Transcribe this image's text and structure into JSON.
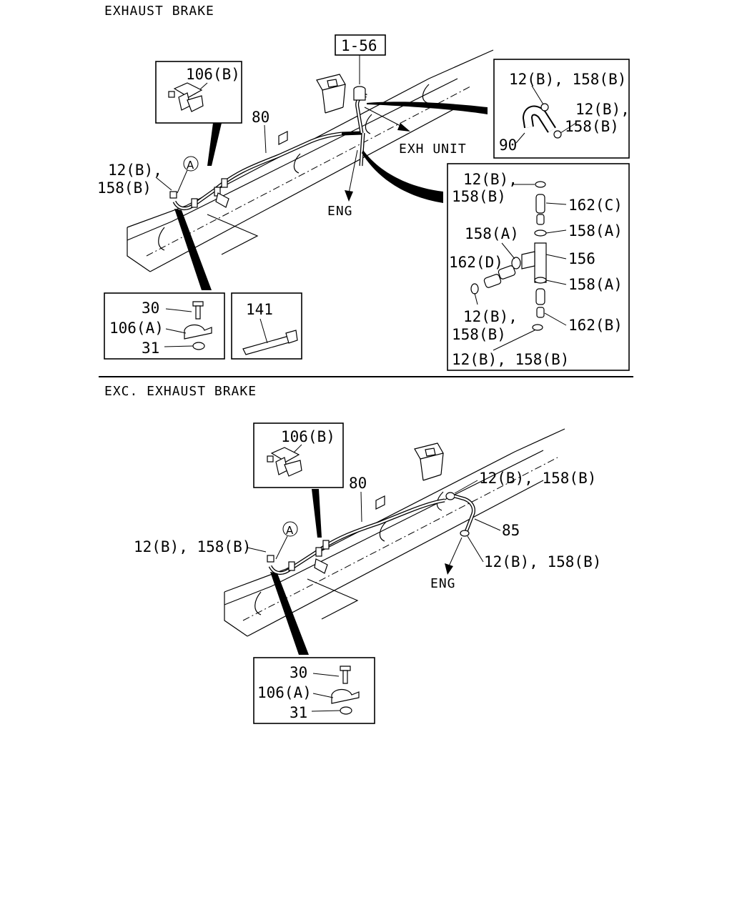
{
  "sections": {
    "top_title": "EXHAUST BRAKE",
    "bottom_title": "EXC. EXHAUST BRAKE"
  },
  "top": {
    "ref_box": "1-56",
    "inset_bracket": {
      "label": "106(B)"
    },
    "hose_label": "80",
    "clamp_left": {
      "line1": "12(B),",
      "line2": "158(B)"
    },
    "circle_marker": "A",
    "arrow_eng": "ENG",
    "arrow_exh": "EXH UNIT",
    "inset_hose90": {
      "label_top": "12(B), 158(B)",
      "label_right1": "12(B),",
      "label_right2": "158(B)",
      "label_part": "90"
    },
    "inset_tee": {
      "l1a": "12(B),",
      "l1b": "158(B)",
      "l2": "162(C)",
      "l3a": "158(A)",
      "l3b": "158(A)",
      "l4a": "162(D)",
      "l4b": "156",
      "l5": "158(A)",
      "l6a": "12(B),",
      "l6b": "158(B)",
      "l7": "162(B)",
      "l8": "12(B), 158(B)"
    },
    "inset_clamp": {
      "bolt": "30",
      "clamp": "106(A)",
      "nut": "31"
    },
    "inset_tie": {
      "label": "141"
    }
  },
  "bottom": {
    "inset_bracket": {
      "label": "106(B)"
    },
    "hose_label": "80",
    "clamp_left": "12(B), 158(B)",
    "circle_marker": "A",
    "clamp_right_top": "12(B), 158(B)",
    "hose85": "85",
    "clamp_right_bottom": "12(B), 158(B)",
    "arrow_eng": "ENG",
    "inset_clamp": {
      "bolt": "30",
      "clamp": "106(A)",
      "nut": "31"
    }
  }
}
